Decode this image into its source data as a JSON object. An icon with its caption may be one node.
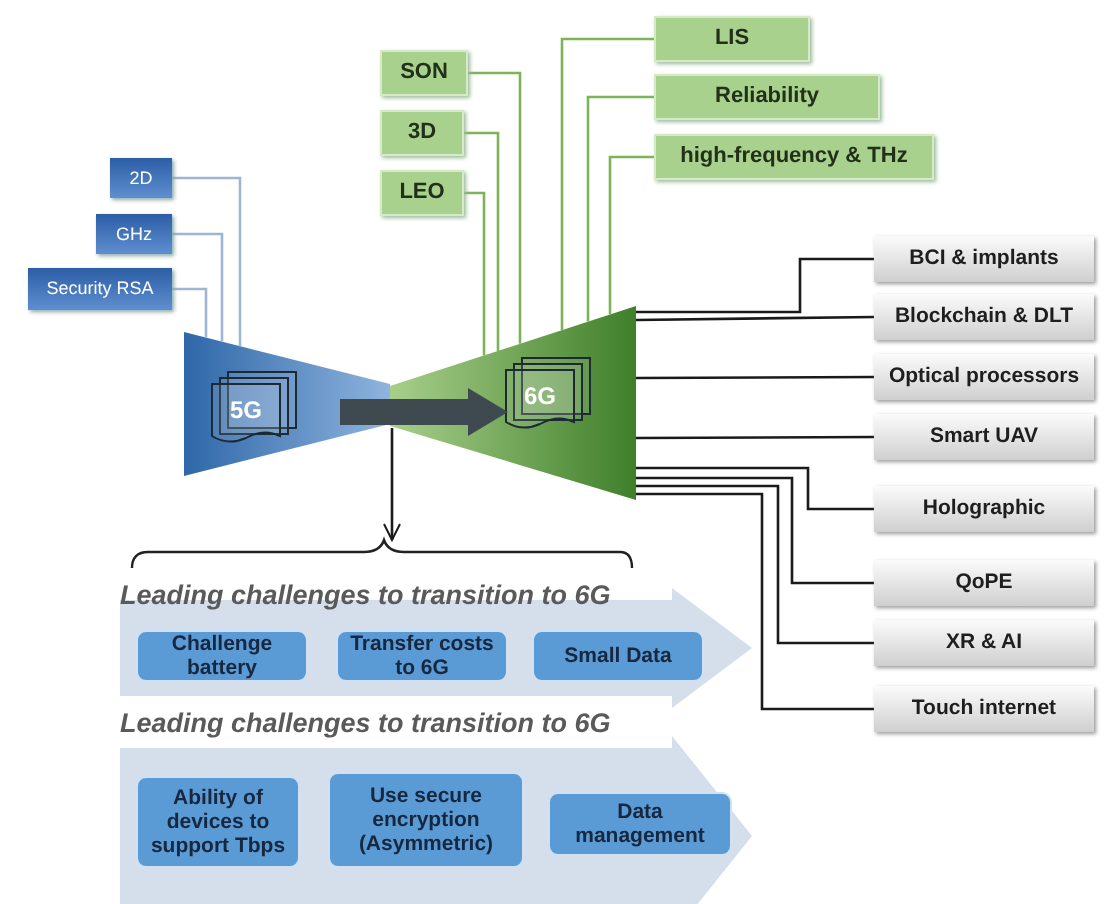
{
  "diagram": {
    "nodes": [
      {
        "text": [
          "2D"
        ]
      },
      {
        "text": [
          "GHz"
        ]
      },
      {
        "text": [
          "Security RSA"
        ]
      },
      {
        "text": [
          "5G"
        ]
      },
      {
        "text": [
          "6G"
        ]
      },
      {
        "text": [
          "SON"
        ]
      },
      {
        "text": [
          "3D"
        ]
      },
      {
        "text": [
          "LEO"
        ]
      },
      {
        "text": [
          "LIS"
        ]
      },
      {
        "text": [
          "Reliability"
        ]
      },
      {
        "text": [
          "high-frequency & THz"
        ]
      },
      {
        "text": [
          "BCI & implants"
        ]
      },
      {
        "text": [
          "Blockchain & DLT"
        ]
      },
      {
        "text": [
          "Optical processors"
        ]
      },
      {
        "text": [
          "Smart UAV"
        ]
      },
      {
        "text": [
          "Holographic"
        ]
      },
      {
        "text": [
          "QoPE"
        ]
      },
      {
        "text": [
          "XR & AI"
        ]
      },
      {
        "text": [
          "Touch internet"
        ]
      },
      {
        "text": [
          "Leading challenges to transition to 6G"
        ]
      },
      {
        "text": [
          "Challenge battery"
        ],
        "in": 19
      },
      {
        "text": [
          "Transfer costs to 6G"
        ],
        "in": 19
      },
      {
        "text": [
          "Small Data"
        ],
        "in": 19
      },
      {
        "text": [
          "Leading challenges to transition to 6G"
        ]
      },
      {
        "text": [
          "Ability of devices to support Tbps"
        ],
        "in": 23
      },
      {
        "text": [
          "Use secure encryption (Asymmetric)"
        ],
        "in": 23
      },
      {
        "text": [
          "Data management"
        ],
        "in": 23
      }
    ],
    "edges": [
      {
        "from": 0,
        "to": 3,
        "arrow": "none",
        "color": "#9fb6d0"
      },
      {
        "from": 1,
        "to": 3,
        "arrow": "none",
        "color": "#9fb6d0"
      },
      {
        "from": 2,
        "to": 3,
        "arrow": "none",
        "color": "#9fb6d0"
      },
      {
        "from": 5,
        "to": 4,
        "arrow": "none",
        "color": "#7fb35a"
      },
      {
        "from": 6,
        "to": 4,
        "arrow": "none",
        "color": "#7fb35a"
      },
      {
        "from": 7,
        "to": 4,
        "arrow": "none",
        "color": "#7fb35a"
      },
      {
        "from": 8,
        "to": 4,
        "arrow": "none",
        "color": "#7fb35a"
      },
      {
        "from": 9,
        "to": 4,
        "arrow": "none",
        "color": "#7fb35a"
      },
      {
        "from": 10,
        "to": 4,
        "arrow": "none",
        "color": "#7fb35a"
      },
      {
        "from": 3,
        "to": 4,
        "arrow": "to",
        "style": "thick",
        "color": "#3e4a50"
      },
      {
        "from": 4,
        "to": 11,
        "arrow": "none"
      },
      {
        "from": 4,
        "to": 12,
        "arrow": "none"
      },
      {
        "from": 4,
        "to": 13,
        "arrow": "none"
      },
      {
        "from": 4,
        "to": 14,
        "arrow": "none"
      },
      {
        "from": 4,
        "to": 15,
        "arrow": "none"
      },
      {
        "from": 4,
        "to": 16,
        "arrow": "none"
      },
      {
        "from": 4,
        "to": 17,
        "arrow": "none"
      },
      {
        "from": 4,
        "to": 18,
        "arrow": "none"
      },
      {
        "from": 4,
        "to": 19,
        "arrow": "to"
      }
    ]
  }
}
